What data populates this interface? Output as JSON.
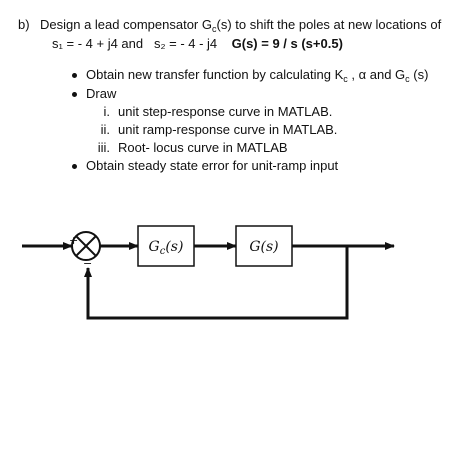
{
  "problem": {
    "label": "b)",
    "intro": "Design a lead compensator G",
    "intro_sub": "c",
    "intro_tail": "(s)  to shift the poles at new locations of",
    "poles_s1": "s₁ = - 4 + j4 and",
    "poles_s2": "s₂ = - 4 - j4",
    "plant": "G(s) = 9 / s (s+0.5)"
  },
  "tasks": [
    {
      "text_a": "Obtain new transfer function by calculating K",
      "text_sub1": "c",
      "text_b": " ,  α  and G",
      "text_sub2": "c",
      "text_c": " (s)"
    },
    {
      "text": "Draw"
    },
    {
      "text": "Obtain steady state error for unit-ramp input"
    }
  ],
  "draw_items": [
    {
      "num": "i.",
      "text": "unit step-response curve in MATLAB."
    },
    {
      "num": "ii.",
      "text": "unit ramp-response curve in MATLAB."
    },
    {
      "num": "iii.",
      "text": "Root- locus curve in MATLAB"
    }
  ],
  "block_diagram": {
    "plus_sign": "+",
    "minus_sign": "−",
    "controller_block_main": "G",
    "controller_block_sub": "c",
    "controller_block_tail": "(s)",
    "plant_block": "G(s)"
  }
}
